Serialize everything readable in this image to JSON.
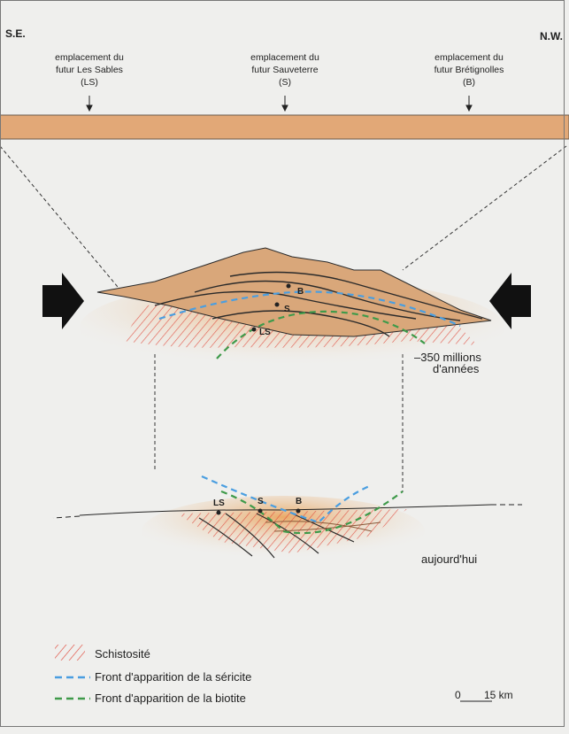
{
  "orientation": {
    "left": "S.E.",
    "right": "N.W."
  },
  "locations": [
    {
      "line1": "emplacement du",
      "line2": "futur Les Sables",
      "abbr": "(LS)"
    },
    {
      "line1": "emplacement du",
      "line2": "futur Sauveterre",
      "abbr": "(S)"
    },
    {
      "line1": "emplacement du",
      "line2": "futur Brétignolles",
      "abbr": "(B)"
    }
  ],
  "upper_section": {
    "points": [
      "B",
      "S",
      "LS"
    ],
    "age_line1": "–350 millions",
    "age_line2": "d'années"
  },
  "lower_section": {
    "points": [
      "LS",
      "S",
      "B"
    ],
    "age": "aujourd'hui"
  },
  "legend": [
    {
      "label": "Schistosité",
      "color": "#e0483a",
      "style": "hatch"
    },
    {
      "label": "Front d'apparition de la séricite",
      "color": "#4a9ee0",
      "style": "dashed"
    },
    {
      "label": "Front d'apparition de la biotite",
      "color": "#3f9a4a",
      "style": "dashed"
    }
  ],
  "scale": {
    "start": "0",
    "end": "15 km"
  },
  "colors": {
    "band": "#e2a877",
    "rock": "#d9a77a",
    "background": "#efefed"
  }
}
